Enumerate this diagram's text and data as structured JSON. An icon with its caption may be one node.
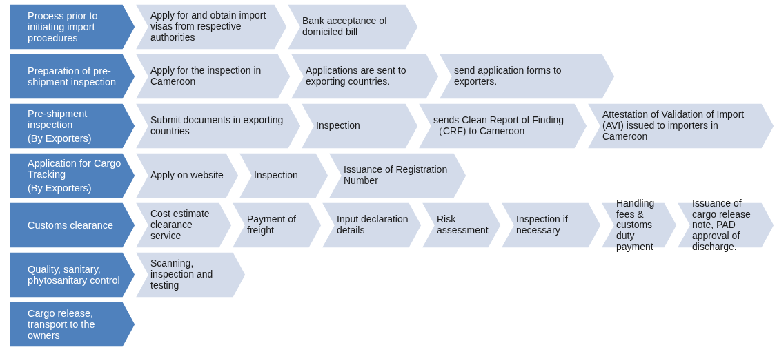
{
  "diagram": {
    "nodes": [
      {
        "text": [
          "Process prior to initiating import procedures"
        ]
      },
      {
        "text": [
          "Apply for and obtain import visas from respective authorities"
        ]
      },
      {
        "text": [
          "Bank acceptance of domiciled bill"
        ]
      },
      {
        "text": [
          "Preparation of pre-shipment inspection"
        ]
      },
      {
        "text": [
          "Apply for the inspection in Cameroon"
        ]
      },
      {
        "text": [
          "Applications are sent to exporting countries."
        ]
      },
      {
        "text": [
          "send application forms to exporters."
        ]
      },
      {
        "text": [
          "Pre-shipment inspection",
          "(By Exporters)"
        ]
      },
      {
        "text": [
          "Submit documents in exporting countries"
        ]
      },
      {
        "text": [
          "Inspection"
        ]
      },
      {
        "text": [
          "sends Clean Report of Finding（CRF) to Cameroon"
        ]
      },
      {
        "text": [
          "Attestation of Validation of Import (AVI) issued to importers in Cameroon"
        ]
      },
      {
        "text": [
          "Application for Cargo Tracking",
          "(By Exporters)"
        ]
      },
      {
        "text": [
          "Apply on website"
        ]
      },
      {
        "text": [
          "Inspection"
        ]
      },
      {
        "text": [
          "Issuance of Registration Number"
        ]
      },
      {
        "text": [
          "Customs clearance"
        ]
      },
      {
        "text": [
          "Cost estimate clearance service"
        ]
      },
      {
        "text": [
          "Payment of freight"
        ]
      },
      {
        "text": [
          "Input declaration details"
        ]
      },
      {
        "text": [
          "Risk assessment"
        ]
      },
      {
        "text": [
          "Inspection if necessary"
        ]
      },
      {
        "text": [
          "Handling fees & customs duty payment"
        ]
      },
      {
        "text": [
          "Issuance of cargo release note, PAD approval of discharge."
        ]
      },
      {
        "text": [
          "Quality, sanitary, phytosanitary control"
        ]
      },
      {
        "text": [
          "Scanning, inspection and testing"
        ]
      },
      {
        "text": [
          "Cargo release, transport to the owners"
        ]
      }
    ]
  }
}
